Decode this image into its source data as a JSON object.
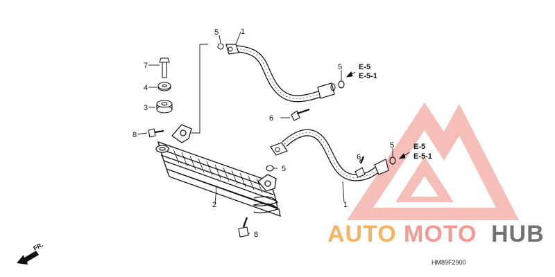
{
  "diagram": {
    "callouts": {
      "c1_top": "1",
      "c1_bottom": "1",
      "c2": "2",
      "c3": "3",
      "c4": "4",
      "c5_top": "5",
      "c5_right_top": "5",
      "c5_mid": "5",
      "c5_right_bottom": "5",
      "c6_mid": "6",
      "c6_right": "6",
      "c7": "7",
      "c8_left": "8",
      "c8_bottom": "8"
    },
    "references": {
      "ref_top_a": "E-5",
      "ref_top_b": "E-5-1",
      "ref_bottom_a": "E-5",
      "ref_bottom_b": "E-5-1"
    },
    "front_marker": "FR.",
    "figure_code": "HM89F2900"
  },
  "watermark": {
    "brand_part_1": "AUTO",
    "brand_part_2": "MOTO",
    "brand_part_3": "HUB",
    "accent_color": "#f4a64a",
    "logo_color": "#e8574a",
    "dark_color": "#5a5a5a"
  }
}
